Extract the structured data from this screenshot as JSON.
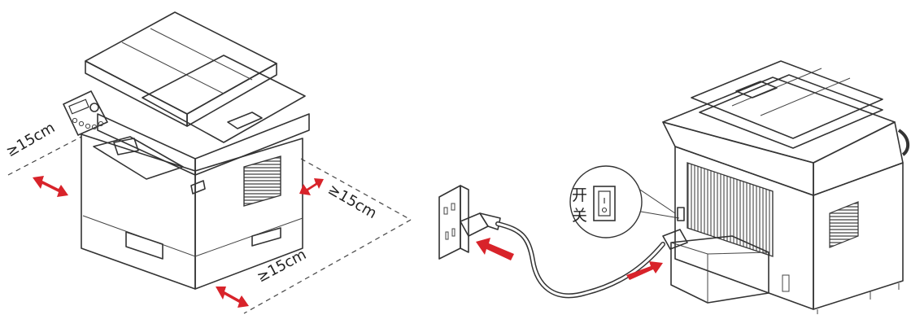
{
  "clearance": {
    "left": "≥15cm",
    "right": "≥15cm",
    "front": "≥15cm"
  },
  "switch_callout": {
    "line1": "开",
    "line2": "关"
  },
  "colors": {
    "arrow": "#d8232a",
    "outline": "#333333",
    "panel_fill": "#f4f4f4"
  }
}
